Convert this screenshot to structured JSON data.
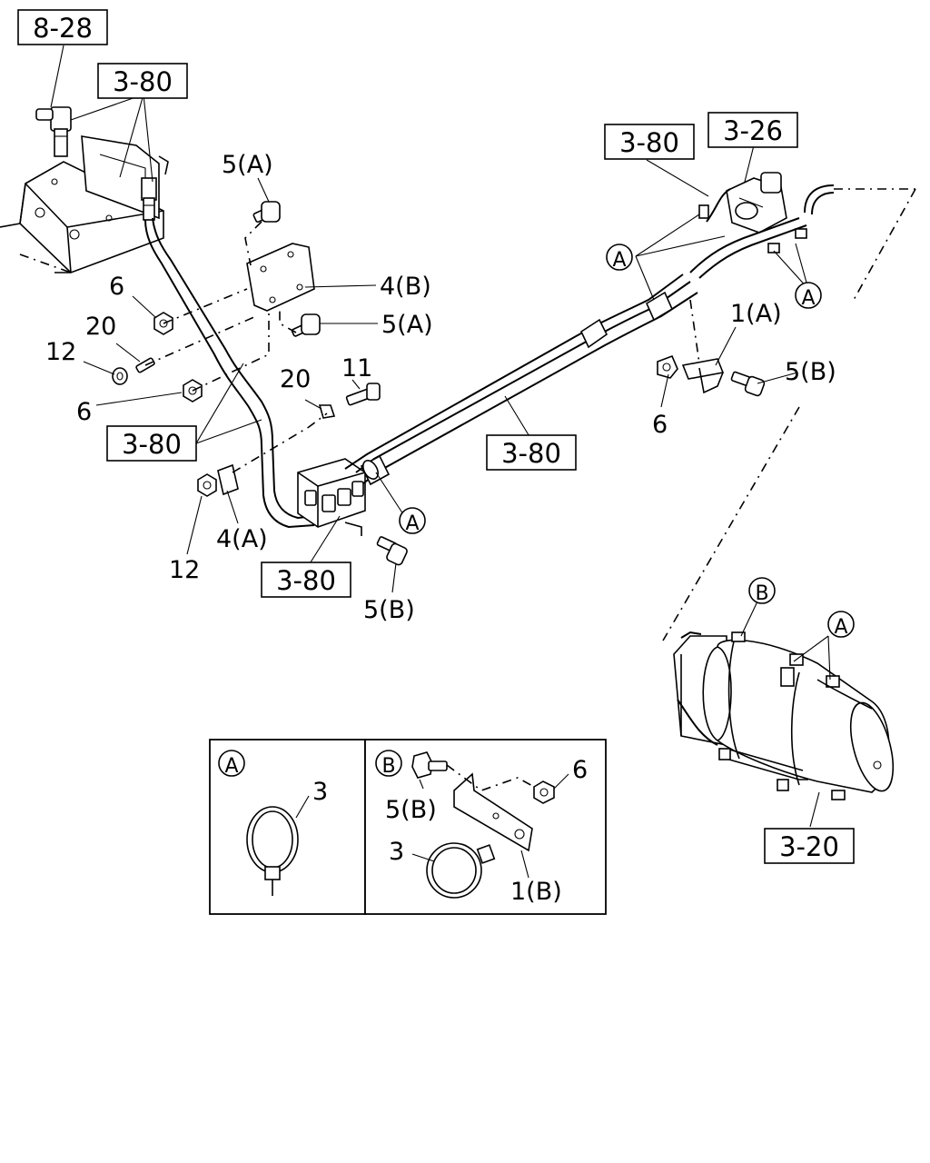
{
  "diagram": {
    "ref_boxes": {
      "r_8_28": "8-28",
      "r_3_80_top": "3-80",
      "r_3_80_right": "3-80",
      "r_3_26": "3-26",
      "r_3_80_left": "3-80",
      "r_3_80_center": "3-80",
      "r_3_80_bottom": "3-80",
      "r_3_20": "3-20"
    },
    "callouts": {
      "c_5a_top": "5(A)",
      "c_4b": "4(B)",
      "c_6_left": "6",
      "c_5a_mid": "5(A)",
      "c_20_left": "20",
      "c_12_left": "12",
      "c_11": "11",
      "c_20_mid": "20",
      "c_6_lower": "6",
      "c_12_bottom": "12",
      "c_4a": "4(A)",
      "c_5b_bottom": "5(B)",
      "c_1a": "1(A)",
      "c_5b_right": "5(B)",
      "c_6_right": "6"
    },
    "markers": {
      "m_a_top_left": "A",
      "m_a_top_right": "A",
      "m_a_center": "A",
      "m_b_tank": "B",
      "m_a_tank": "A"
    },
    "inset_a": {
      "marker": "A",
      "part_label": "3"
    },
    "inset_b": {
      "marker": "B",
      "bolt_label": "5(B)",
      "nut_label": "6",
      "clamp_label": "3",
      "bracket_label": "1(B)"
    }
  }
}
